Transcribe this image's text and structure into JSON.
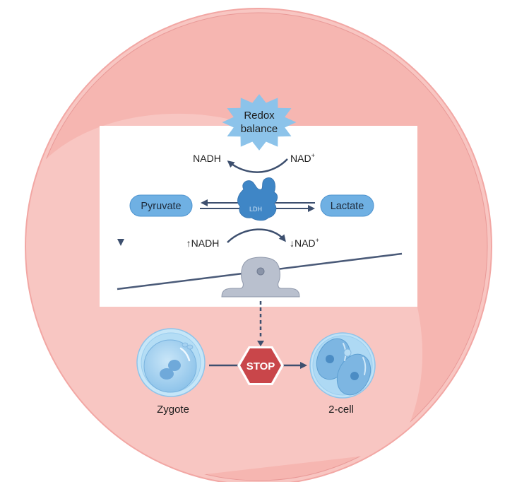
{
  "diagram": {
    "redox_burst": {
      "line1": "Redox",
      "line2": "balance"
    },
    "top_cofactors": {
      "left": "NADH",
      "right_base": "NAD",
      "right_sup": "+"
    },
    "reaction": {
      "substrate": "Pyruvate",
      "product": "Lactate",
      "enzyme": "LDH"
    },
    "bottom_cofactors": {
      "left_arrow": "↑",
      "left": "NADH",
      "right_arrow": "↓",
      "right_base": "NAD",
      "right_sup": "+"
    },
    "development": {
      "from_stage": "Zygote",
      "block_sign": "STOP",
      "to_stage": "2-cell"
    }
  },
  "colors": {
    "cell_outer": "#f6b6b1",
    "cell_inner_highlight": "#f8c6c2",
    "cell_rim": "#e99a98",
    "panel": "#ffffff",
    "burst": "#8cc3ea",
    "pill": "#6fb0e3",
    "pill_border": "#4e93cf",
    "enzyme": "#3f86c6",
    "arrow": "#3d4f6e",
    "seesaw_base": "#b9c0ce",
    "stop_red": "#c9464a",
    "embryo_blue": "#a9d6f3",
    "embryo_cell": "#7db6e2",
    "nucleus": "#4b8cc4"
  }
}
